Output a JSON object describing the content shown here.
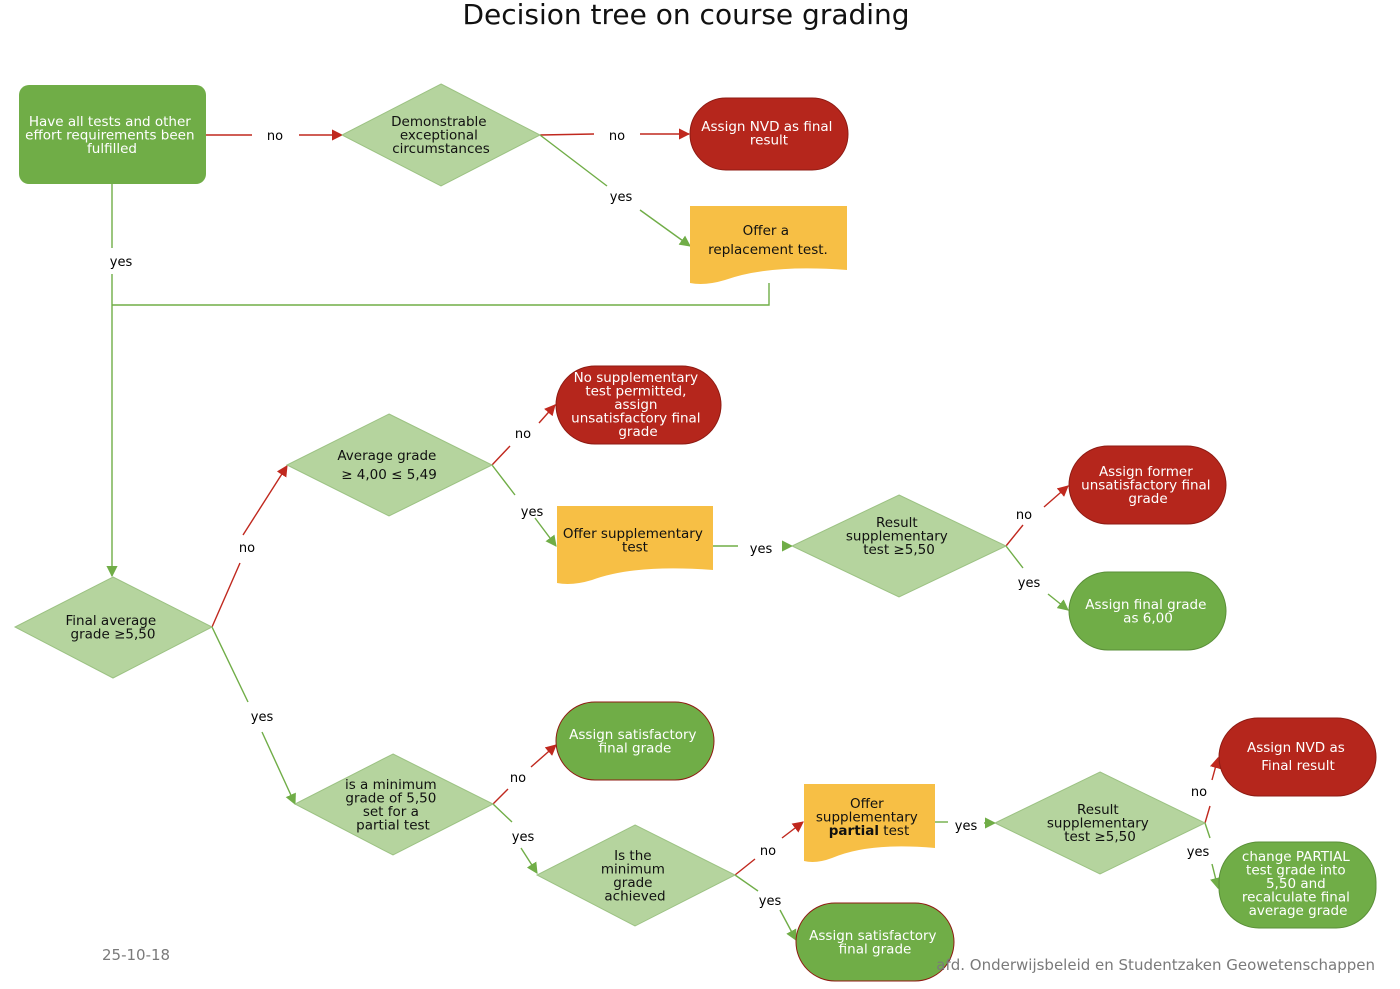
{
  "title": "Decision tree on course grading",
  "nodes": {
    "n1": {
      "lines": [
        "Have all tests and other",
        "effort requirements been",
        "fulfilled"
      ]
    },
    "n2": {
      "lines": [
        "Demonstrable",
        "exceptional",
        "circumstances"
      ]
    },
    "n3": {
      "lines": [
        "Assign NVD as final",
        "result"
      ]
    },
    "n4": {
      "lines": [
        "Offer a",
        "replacement test."
      ]
    },
    "n5": {
      "lines": [
        "Final average",
        "grade ≥5,50"
      ]
    },
    "n6": {
      "lines": [
        "Average grade",
        "≥ 4,00 ≤ 5,49"
      ]
    },
    "n7": {
      "lines": [
        "No supplementary",
        "test permitted,",
        "assign",
        "unsatisfactory final",
        "grade"
      ]
    },
    "n8": {
      "lines": [
        "Offer supplementary",
        "test"
      ]
    },
    "n9": {
      "lines": [
        "Result",
        "supplementary",
        "test ≥5,50"
      ]
    },
    "n10": {
      "lines": [
        "Assign former",
        "unsatisfactory final",
        "grade"
      ]
    },
    "n11": {
      "lines": [
        "Assign final grade",
        "as 6,00"
      ]
    },
    "n12": {
      "lines": [
        "is a minimum",
        "grade of 5,50",
        "set for a",
        "partial test"
      ]
    },
    "n13": {
      "lines": [
        "Assign satisfactory",
        "final grade"
      ]
    },
    "n14": {
      "lines": [
        "Is the",
        "minimum",
        "grade",
        "achieved"
      ]
    },
    "n15": {
      "lines": [
        "Offer",
        "supplementary"
      ],
      "line3_bold": "partial",
      "line3_rest": " test"
    },
    "n16": {
      "lines": [
        "Result",
        "supplementary",
        "test ≥5,50"
      ]
    },
    "n17": {
      "lines": [
        "Assign NVD as",
        "Final result"
      ]
    },
    "n18": {
      "lines": [
        "change PARTIAL",
        "test grade into",
        "5,50 and",
        "recalculate final",
        "average grade"
      ]
    },
    "n19": {
      "lines": [
        "Assign satisfactory",
        "final grade"
      ]
    }
  },
  "edge_labels": {
    "e1": "no",
    "e2": "no",
    "e3": "yes",
    "e4": "yes",
    "e5": "no",
    "e6": "no",
    "e7": "yes",
    "e8": "yes",
    "e9": "no",
    "e10": "yes",
    "e11": "yes",
    "e12": "no",
    "e13": "yes",
    "e14": "no",
    "e15": "yes",
    "e16": "yes",
    "e17": "no",
    "e18": "yes"
  },
  "footer": {
    "date": "25-10-18",
    "department": "afd. Onderwijsbeleid en Studentzaken Geowetenschappen"
  },
  "colors": {
    "green_box": "#70ad47",
    "diamond": "#b5d49e",
    "red_box": "#b5261c",
    "yellow_doc": "#f7bf45",
    "yes_line": "#70ad47",
    "no_line": "#c0281e"
  }
}
